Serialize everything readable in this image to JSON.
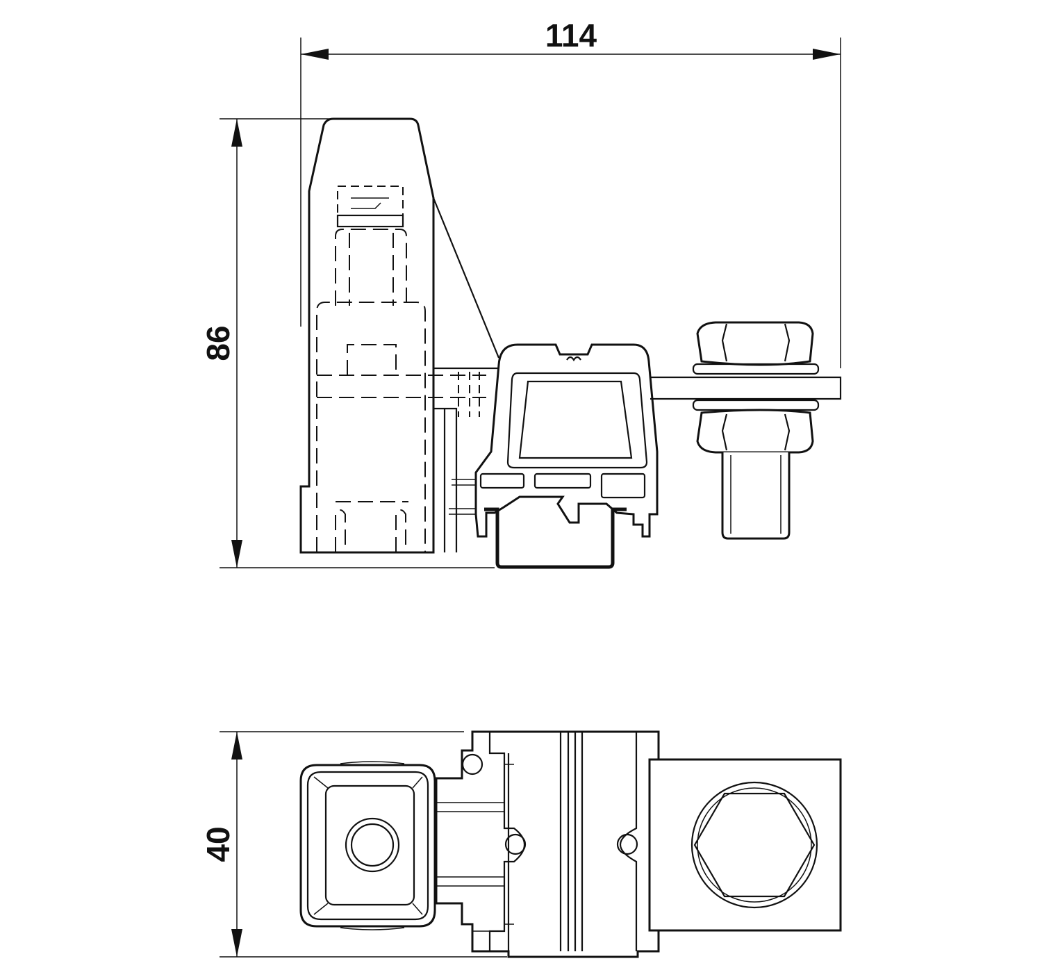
{
  "dimensions": {
    "width": "114",
    "height": "86",
    "depth": "40"
  },
  "colors": {
    "line": "#111111",
    "background": "#ffffff"
  }
}
